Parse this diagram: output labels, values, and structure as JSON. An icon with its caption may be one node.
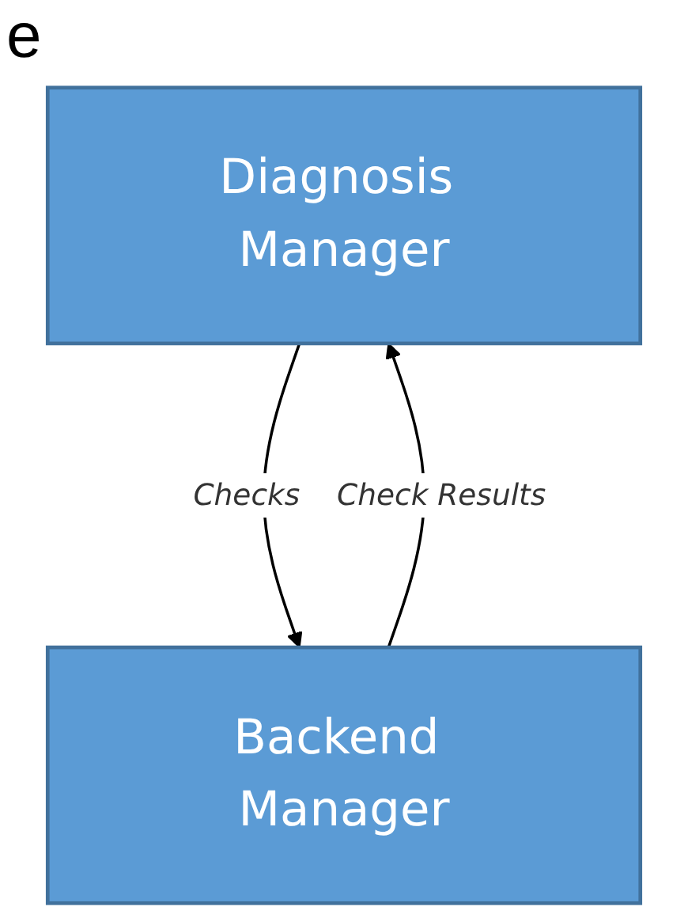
{
  "diagram": {
    "nodes": [
      {
        "text": [
          "Diagnosis Manager"
        ]
      },
      {
        "text": [
          "Backend Manager"
        ]
      }
    ],
    "edges": [
      {
        "from": 1,
        "to": 0,
        "arrow": "to",
        "label": "Check Results"
      },
      {
        "from": 0,
        "to": 1,
        "arrow": "to",
        "label": "Checks"
      }
    ],
    "labels": [
      "e"
    ]
  }
}
